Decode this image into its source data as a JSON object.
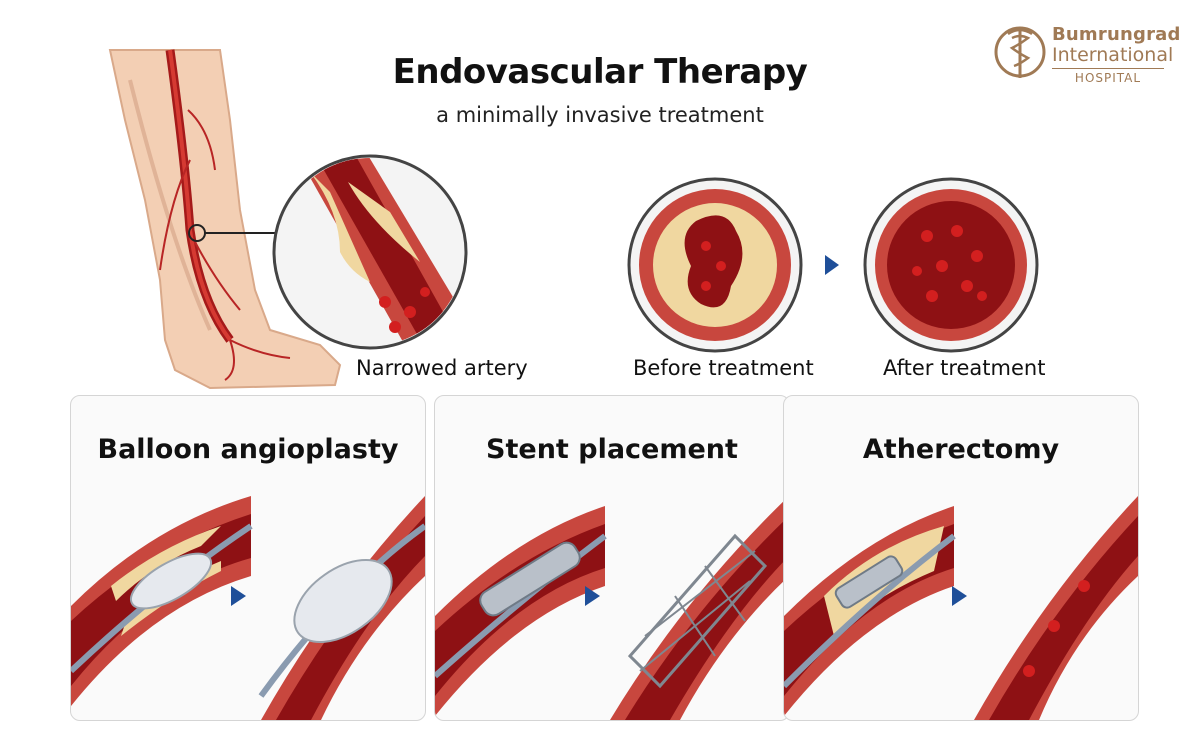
{
  "header": {
    "title": "Endovascular Therapy",
    "subtitle": "a minimally invasive treatment"
  },
  "logo": {
    "line1": "Bumrungrad",
    "line2": "International",
    "line3": "HOSPITAL",
    "color": "#a07a55"
  },
  "overview": {
    "narrowed_label": "Narrowed artery",
    "before_label": "Before treatment",
    "after_label": "After treatment"
  },
  "procedures": [
    {
      "title": "Balloon angioplasty"
    },
    {
      "title": "Stent placement"
    },
    {
      "title": "Atherectomy"
    }
  ],
  "colors": {
    "artery": "#c8473e",
    "blood": "#8e1114",
    "plaque": "#f0d7a0",
    "arrow": "#1f4f99",
    "skin": "#f3cfb4"
  }
}
